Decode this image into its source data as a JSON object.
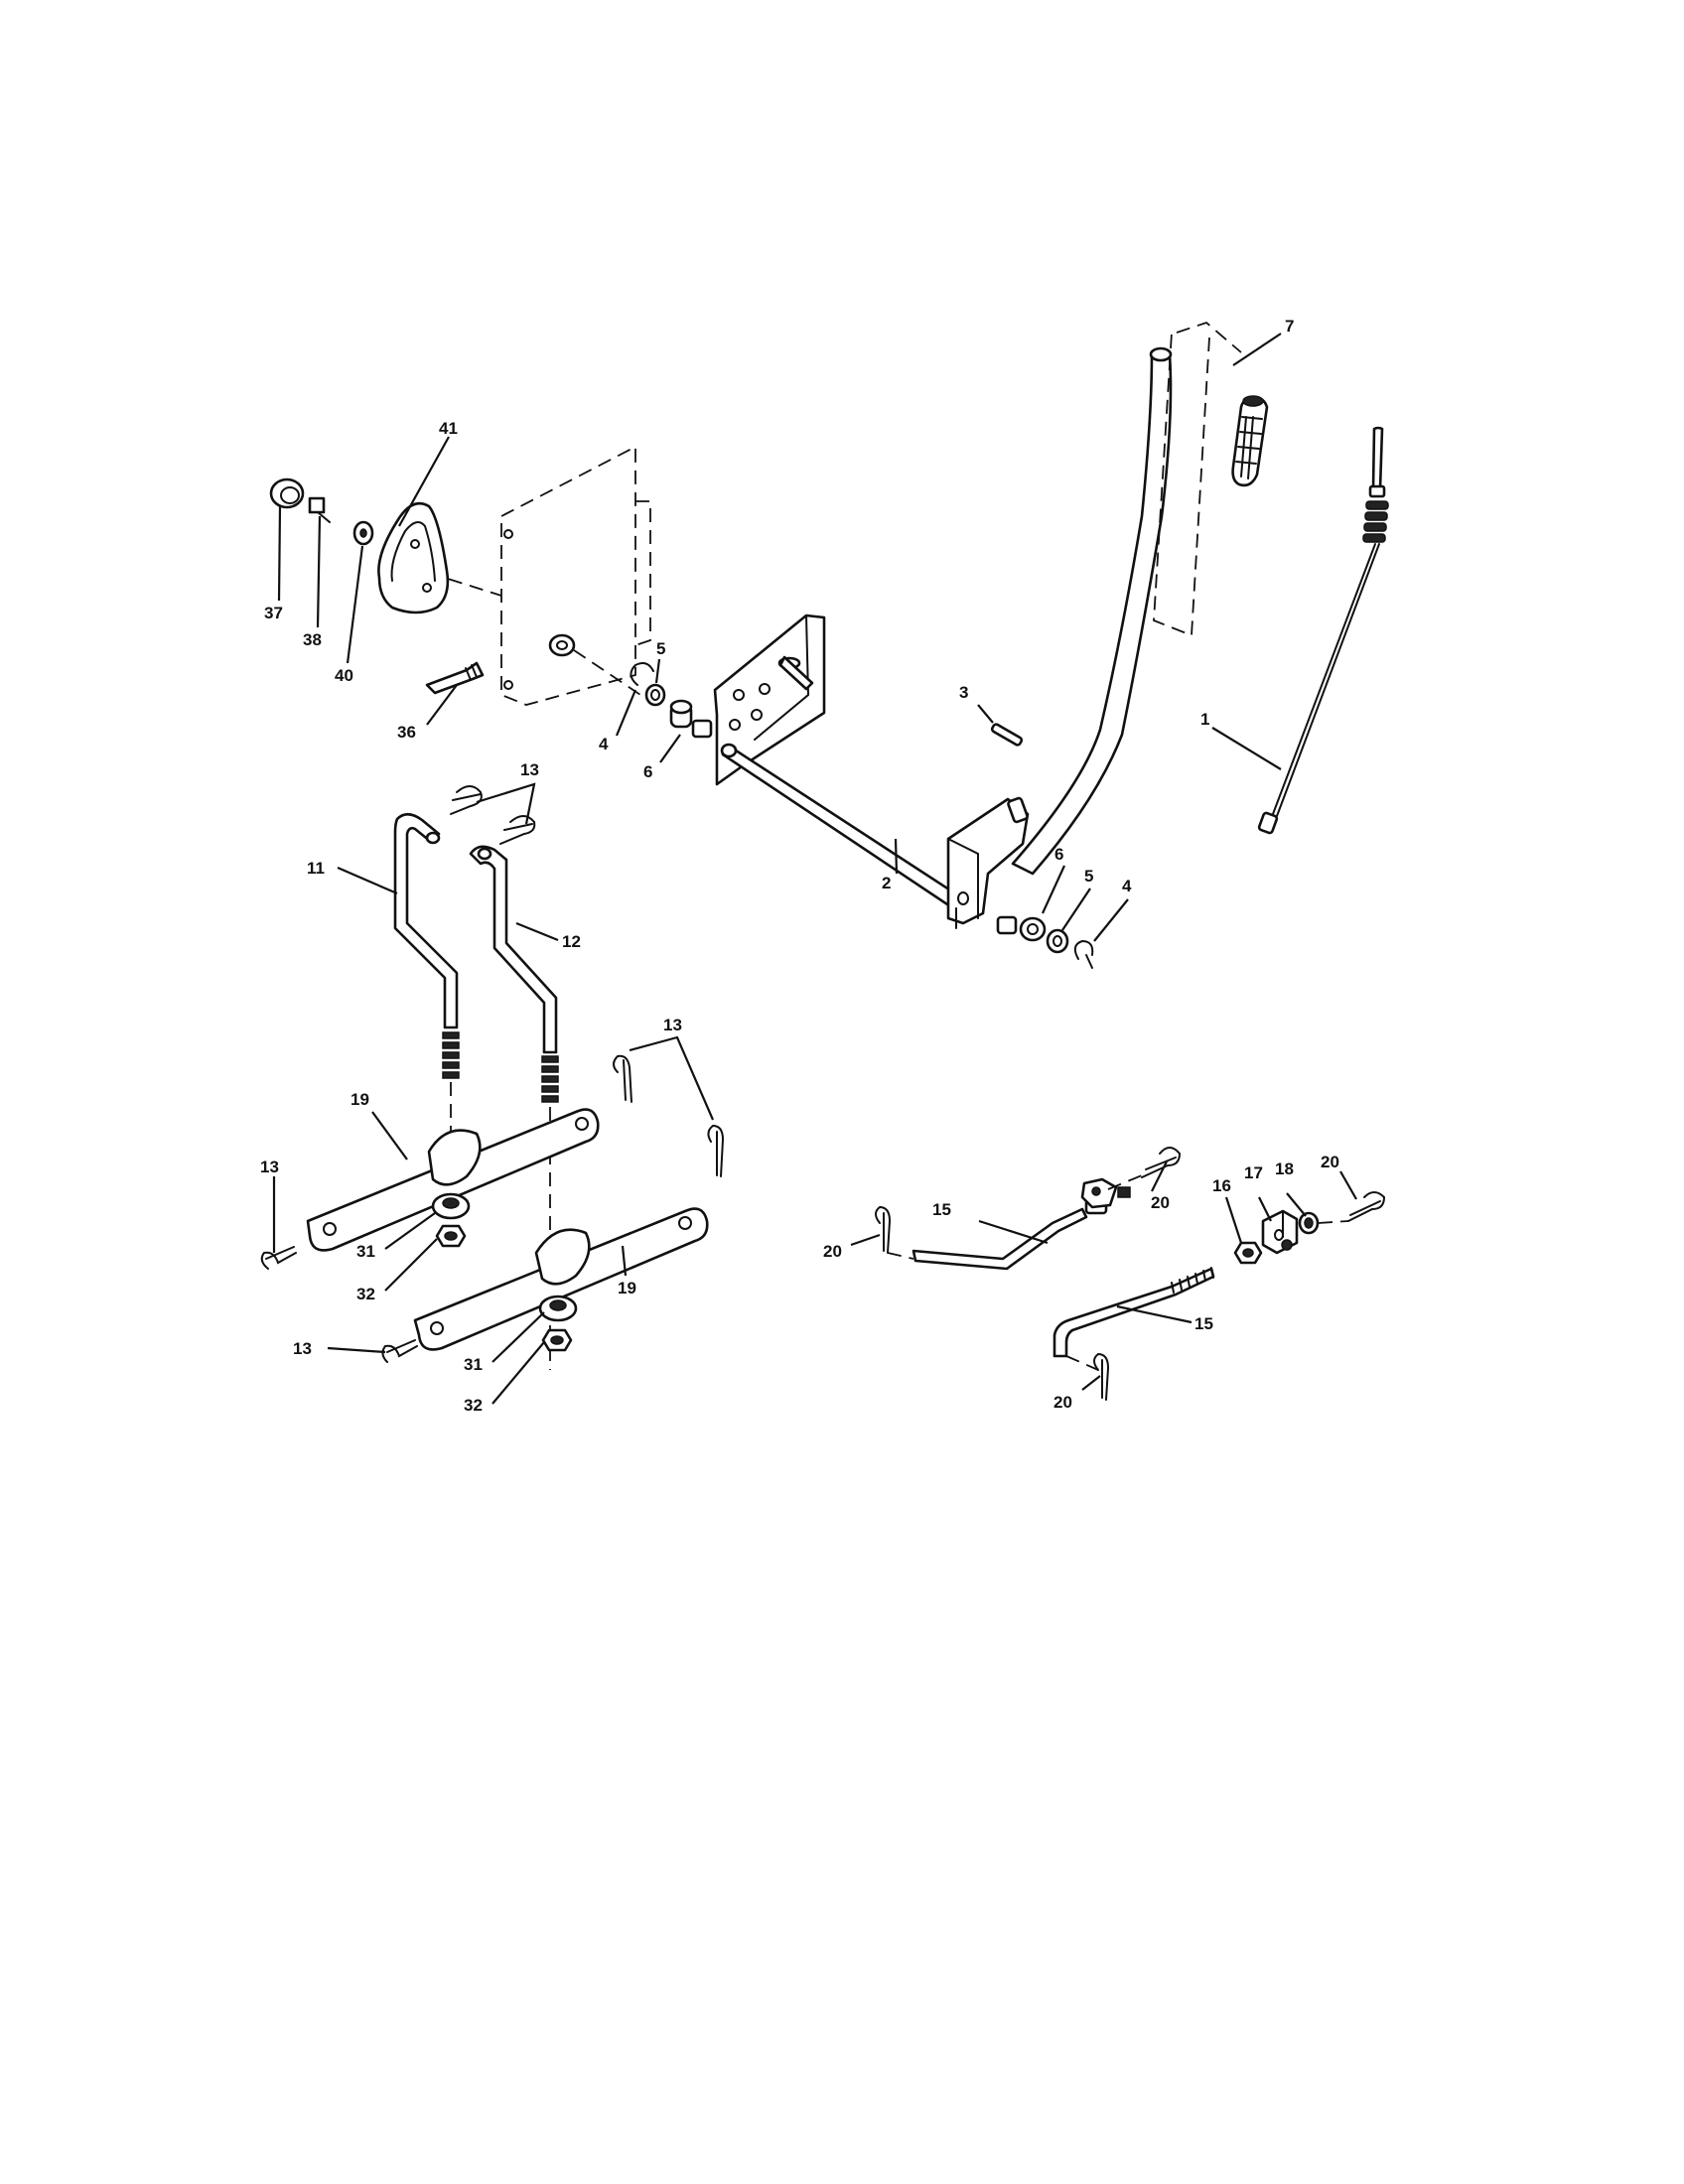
{
  "callouts": {
    "c1": "1",
    "c2": "2",
    "c3": "3",
    "c4a": "4",
    "c4b": "4",
    "c5a": "5",
    "c5b": "5",
    "c6a": "6",
    "c6b": "6",
    "c7": "7",
    "c11": "11",
    "c12": "12",
    "c13a": "13",
    "c13b": "13",
    "c13c": "13",
    "c13d": "13",
    "c15a": "15",
    "c15b": "15",
    "c16": "16",
    "c17": "17",
    "c18": "18",
    "c19a": "19",
    "c19b": "19",
    "c20a": "20",
    "c20b": "20",
    "c20c": "20",
    "c20d": "20",
    "c31a": "31",
    "c31b": "31",
    "c32a": "32",
    "c32b": "32",
    "c36": "36",
    "c37": "37",
    "c38": "38",
    "c40": "40",
    "c41": "41"
  }
}
